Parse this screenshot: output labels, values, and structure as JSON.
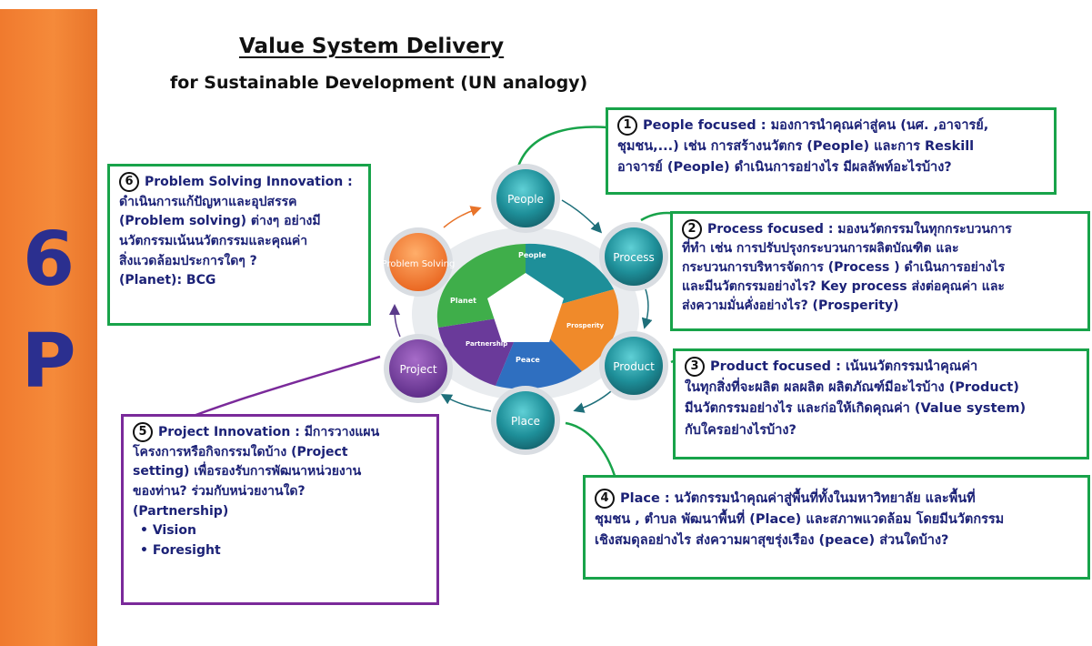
{
  "sidebar": {
    "number": "6",
    "letter": "P"
  },
  "header": {
    "title": "Value System Delivery",
    "subtitle": "for Sustainable Development (UN analogy)"
  },
  "cycle_nodes": [
    "People",
    "Process",
    "Product",
    "Place",
    "Project",
    "Problem Solving"
  ],
  "center_labels": [
    "People",
    "Planet",
    "Prosperity",
    "Peace",
    "Partnership"
  ],
  "boxes": {
    "people": {
      "num": "1",
      "lines": [
        "People focused : มองการนำคุณค่าสู่คน (นศ. ,อาจารย์,",
        "ชุมชน,...) เช่น การสร้างนวัตกร (People) และการ Reskill",
        "อาจารย์ (People) ดำเนินการอย่างไร มีผลลัพท์อะไรบ้าง?"
      ]
    },
    "process": {
      "num": "2",
      "lines": [
        "Process focused : มองนวัตกรรมในทุกกระบวนการ",
        "ที่ทำ เช่น การปรับปรุงกระบวนการผลิตบัณฑิต และ",
        "กระบวนการบริหารจัดการ (Process ) ดำเนินการอย่างไร",
        "และมีนวัตกรรมอย่างไร? Key process ส่งต่อคุณค่า และ",
        "ส่งความมั่นคั่งอย่างไร? (Prosperity)"
      ]
    },
    "product": {
      "num": "3",
      "lines": [
        "Product focused : เน้นนวัตกรรมนำคุณค่า",
        "ในทุกสิ่งที่จะผลิต ผลผลิต ผลิตภัณฑ์มีอะไรบ้าง (Product)",
        "มีนวัตกรรมอย่างไร และก่อให้เกิดคุณค่า (Value system)",
        "กับใครอย่างไรบ้าง?"
      ]
    },
    "place": {
      "num": "4",
      "lines": [
        "Place : นวัตกรรมนำคุณค่าสู่พื้นที่ทั้งในมหาวิทยาลัย และพื้นที่",
        "ชุมชน , ตำบล พัฒนาพื้นที่ (Place) และสภาพแวดล้อม โดยมีนวัตกรรม",
        "เชิงสมดุลอย่างไร ส่งความผาสุขรุ่งเรือง (peace) ส่วนใดบ้าง?"
      ]
    },
    "project": {
      "num": "5",
      "lines": [
        "Project Innovation : มีการวางแผน",
        "โครงการหรือกิจกรรมใดบ้าง (Project",
        "setting) เพื่อรองรับการพัฒนาหน่วยงาน",
        "ของท่าน? ร่วมกับหน่วยงานใด?",
        "(Partnership)"
      ],
      "bullets": [
        "Vision",
        "Foresight"
      ]
    },
    "problem": {
      "num": "6",
      "lines": [
        "Problem Solving  Innovation :",
        "ดำเนินการแก้ปัญหาและอุปสรรค",
        "(Problem solving) ต่างๆ อย่างมี",
        "นวัตกรรมเน้นนวัตกรรมและคุณค่า",
        "สิ่งแวดล้อมประการใดๆ ?",
        " (Planet): BCG"
      ]
    }
  },
  "colors": {
    "green": "#18a34a",
    "purple": "#7a2a9a",
    "orange": "#f07a2e",
    "navy": "#2b2f8f",
    "teal": "#1e8f99"
  }
}
